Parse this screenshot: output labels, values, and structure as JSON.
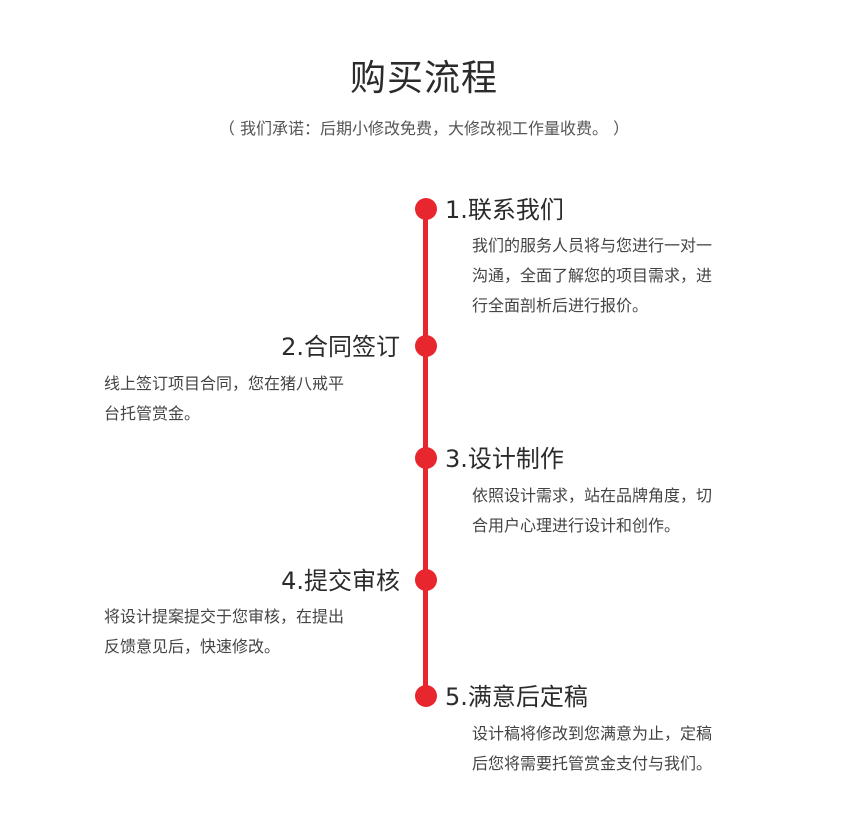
{
  "header": {
    "title": "购买流程",
    "subtitle": "（ 我们承诺：后期小修改免费，大修改视工作量收费。 ）"
  },
  "accent_color": "#e8262d",
  "steps": [
    {
      "title": "1.联系我们",
      "lines": [
        "我们的服务人员将与您进行一对一",
        "沟通，全面了解您的项目需求，进",
        "行全面剖析后进行报价。"
      ]
    },
    {
      "title": "2.合同签订",
      "lines": [
        "线上签订项目合同，您在猪八戒平",
        "台托管赏金。"
      ]
    },
    {
      "title": "3.设计制作",
      "lines": [
        "依照设计需求，站在品牌角度，切",
        "合用户心理进行设计和创作。"
      ]
    },
    {
      "title": "4.提交审核",
      "lines": [
        "将设计提案提交于您审核，在提出",
        "反馈意见后，快速修改。"
      ]
    },
    {
      "title": "5.满意后定稿",
      "lines": [
        "设计稿将修改到您满意为止，定稿",
        "后您将需要托管赏金支付与我们。"
      ]
    }
  ]
}
